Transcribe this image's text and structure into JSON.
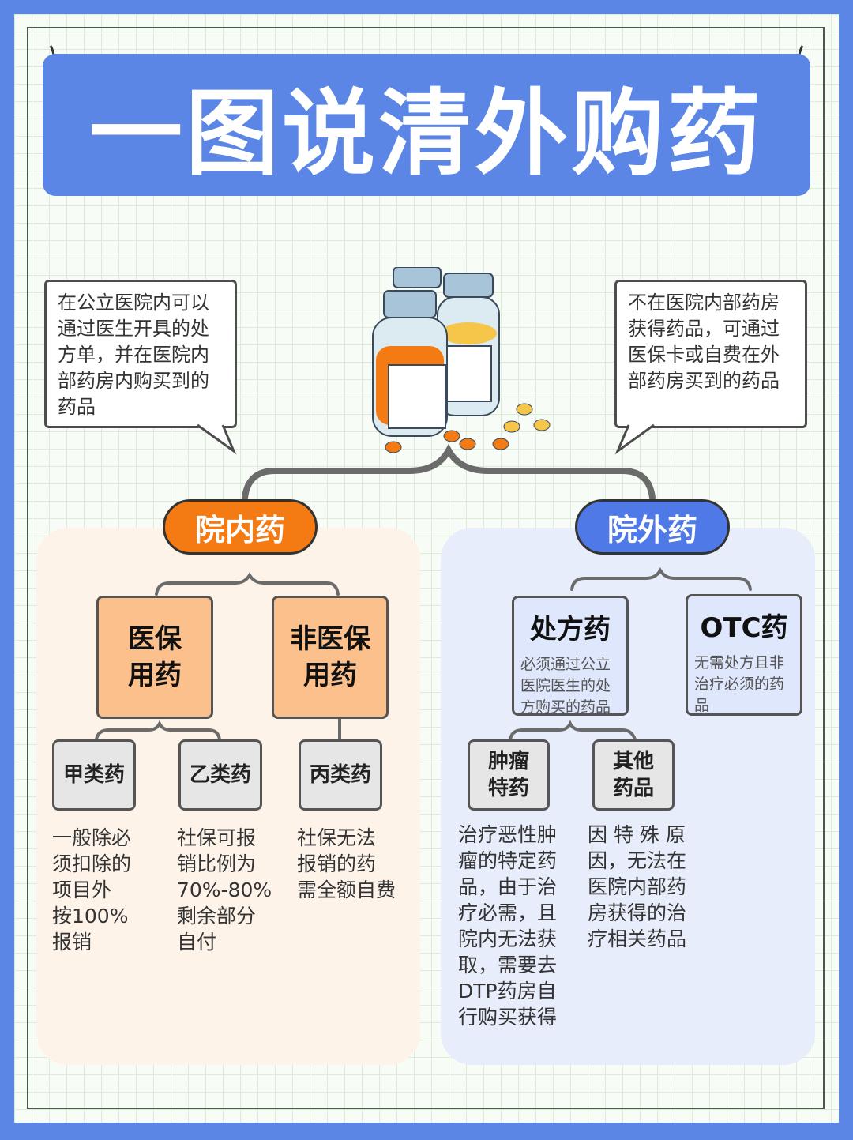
{
  "title": "一图说清外购药",
  "left_bubble": "在公立医院内可以通过医生开具的处方单，并在医院内部药房内购买到的药品",
  "right_bubble": "不在医院内部药房获得药品，可通过医保卡或自费在外部药房买到的药品",
  "inside": {
    "label": "院内药",
    "insured": {
      "label_line1": "医保",
      "label_line2": "用药"
    },
    "uninsured": {
      "label_line1": "非医保",
      "label_line2": "用药"
    },
    "class_a": {
      "label": "甲类药",
      "desc": [
        "一般除必",
        "须扣除的",
        "项目外",
        "按100%",
        "报销"
      ]
    },
    "class_b": {
      "label": "乙类药",
      "desc": [
        "社保可报",
        "销比例为",
        "70%-80%",
        "剩余部分",
        "自付"
      ]
    },
    "class_c": {
      "label": "丙类药",
      "desc": [
        "社保无法",
        "报销的药",
        "需全额自费"
      ]
    }
  },
  "outside": {
    "label": "院外药",
    "rx": {
      "label": "处方药",
      "desc": "必须通过公立医院医生的处方购买的药品"
    },
    "otc": {
      "label": "OTC药",
      "desc": "无需处方且非治疗必须的药品"
    },
    "tumor": {
      "label_line1": "肿瘤",
      "label_line2": "特药",
      "desc": [
        "治疗恶性肿",
        "瘤的特定药",
        "品，由于治",
        "疗必需，且",
        "院内无法获",
        "取，需要去",
        "DTP药房自",
        "行购买获得"
      ]
    },
    "other": {
      "label_line1": "其他",
      "label_line2": "药品",
      "desc": [
        "因 特 殊 原",
        "因，无法在",
        "医院内部药",
        "房获得的治",
        "疗相关药品"
      ]
    }
  },
  "colors": {
    "frame": "#5b86e5",
    "orange": "#f47a14",
    "blue": "#5079e8",
    "orange_box": "#fbc08c",
    "blue_box": "#dfe7fc"
  },
  "icons": [
    "pill-bottle-icon",
    "pin-icon"
  ]
}
